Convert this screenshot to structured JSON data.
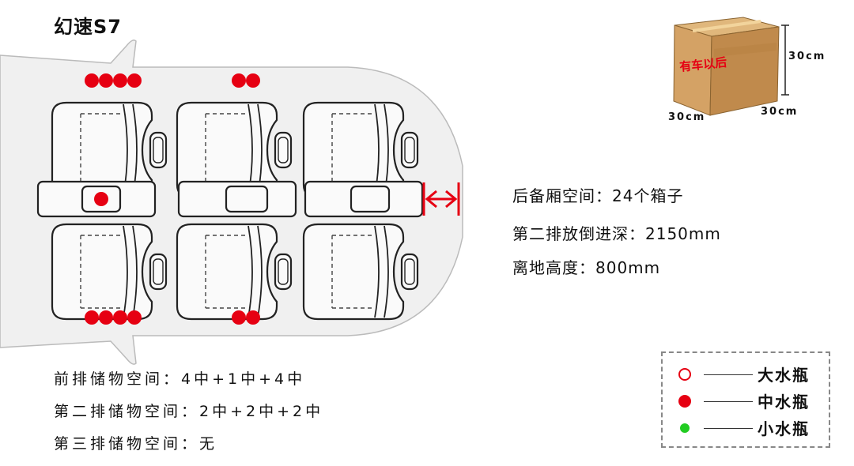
{
  "title": "幻速S7",
  "specs": {
    "trunk": "后备厢空间：24个箱子",
    "depth": "第二排放倒进深：2150mm",
    "ground": "离地高度：800mm"
  },
  "storage": {
    "row1": "前排储物空间：4中+1中+4中",
    "row2": "第二排储物空间：2中+2中+2中",
    "row3": "第三排储物空间：无"
  },
  "box": {
    "brand": "有车以后",
    "height_label": "30cm",
    "width_label": "30cm",
    "depth_label": "30cm"
  },
  "legend": {
    "items": [
      {
        "label": "大水瓶",
        "style": "ring",
        "color": "#e60012"
      },
      {
        "label": "中水瓶",
        "style": "filled",
        "color": "#e60012"
      },
      {
        "label": "小水瓶",
        "style": "filled",
        "color": "#22cc22"
      }
    ]
  },
  "colors": {
    "accent_red": "#e60012",
    "car_body": "#f0f0f0",
    "box_brown": "#c9995e"
  }
}
